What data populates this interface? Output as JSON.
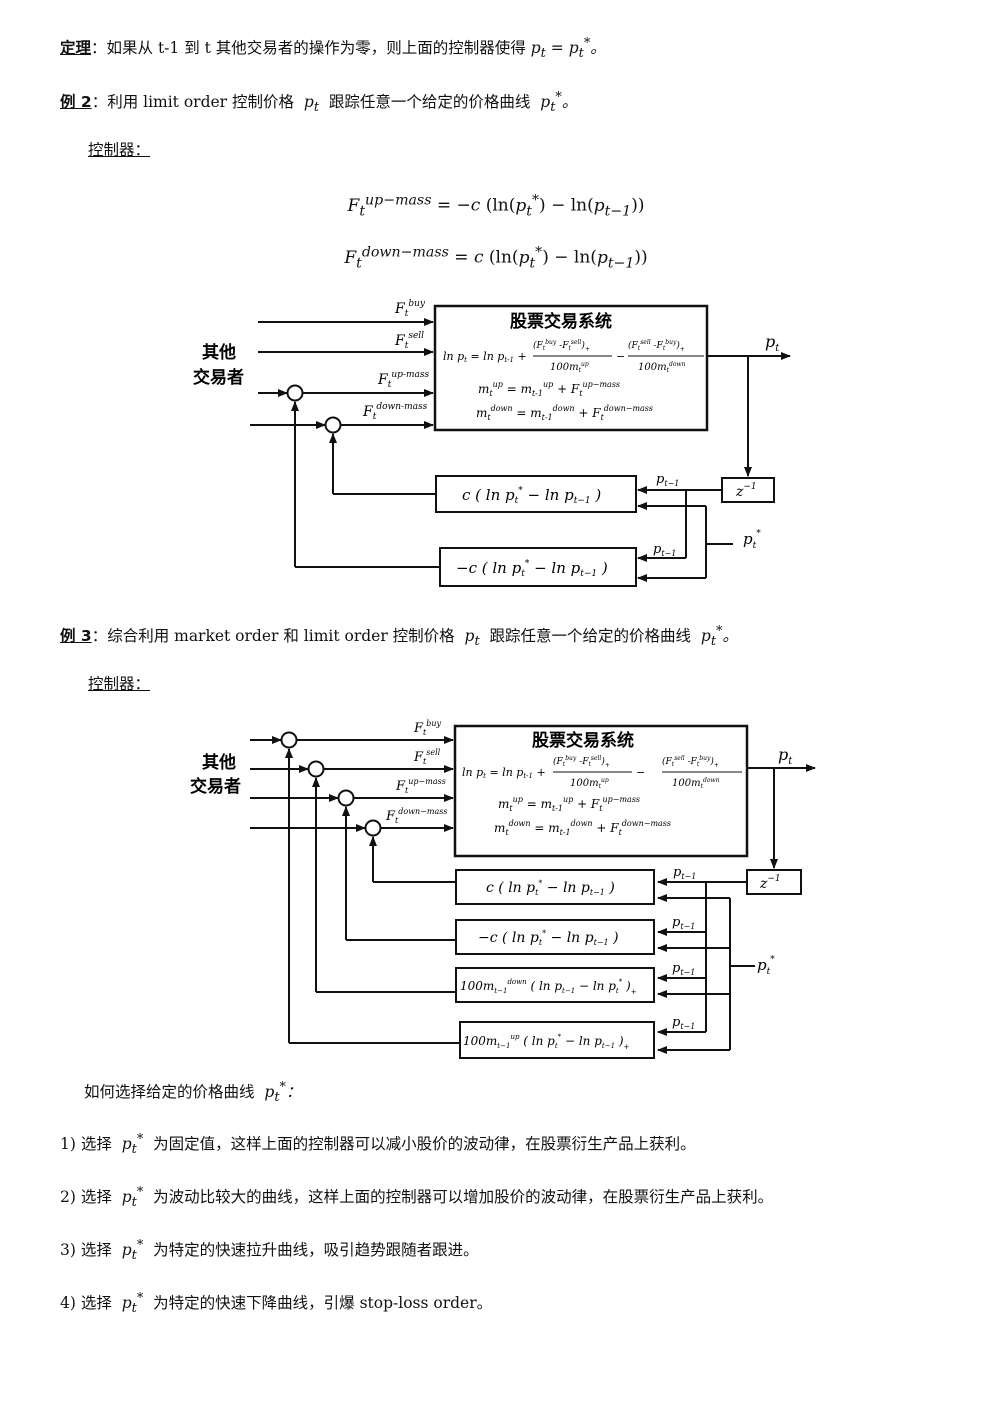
{
  "theorem": {
    "label": "定理",
    "text": "：如果从 t-1 到 t 其他交易者的操作为零，则上面的控制器使得",
    "math": "p_t = p_t*。"
  },
  "example2": {
    "label": "例 2",
    "text_pre": "：利用 limit order 控制价格",
    "math1": "p_t",
    "text_post": "跟踪任意一个给定的价格曲线",
    "math2": "p_t*。"
  },
  "controller_label_1": "控制器：",
  "formulas": {
    "up": "F_t^{up−mass} = −c (ln(p_t*) − ln(p_{t−1}))",
    "down": "F_t^{down−mass} = c (ln(p_t*) − ln(p_{t−1}))"
  },
  "diagram1": {
    "system_title": "股票交易系统",
    "others": [
      "其他",
      "交易者"
    ],
    "inputs": [
      "F_t^buy",
      "F_t^sell",
      "F_t^up-mass",
      "F_t^down-mass"
    ],
    "eq_price": "ln p_t = ln p_{t-1} + (F_t^buy − F_t^sell)_+ / 100m_t^up − (F_t^sell − F_t^buy)_+ / 100m_t^down",
    "eq_up": "m_t^up = m_{t-1}^up + F_t^up-mass",
    "eq_down": "m_t^down = m_{t-1}^down + F_t^down-mass",
    "output": "p_t",
    "delay": "z⁻¹",
    "prev": "p_{t−1}",
    "target": "p_t*",
    "box1": "c ( ln p_t* − ln p_{t−1} )",
    "box2": "−c ( ln p_t* − ln p_{t−1} )"
  },
  "example3": {
    "label": "例 3",
    "text_pre": "：综合利用 market order 和 limit order 控制价格",
    "math1": "p_t",
    "text_post": "跟踪任意一个给定的价格曲线",
    "math2": "p_t*。"
  },
  "controller_label_2": "控制器：",
  "diagram2": {
    "system_title": "股票交易系统",
    "others": [
      "其他",
      "交易者"
    ],
    "output": "p_t",
    "delay": "z⁻¹",
    "target": "p_t*",
    "box1": "c ( ln p_t* − ln p_{t−1} )",
    "box2": "−c ( ln p_t* − ln p_{t−1} )",
    "box3": "100m_{t−1}^down ( ln p_{t−1} − ln p_t* )_+",
    "box4": "100m_{t−1}^up ( ln p_t* − ln p_{t−1} )_+"
  },
  "choose_intro": {
    "text": "如何选择给定的价格曲线",
    "math": "p_t*："
  },
  "choices": [
    {
      "num": "1) 选择",
      "math": "p_t*",
      "text": "为固定值，这样上面的控制器可以减小股价的波动律，在股票衍生产品上获利。"
    },
    {
      "num": "2) 选择",
      "math": "p_t*",
      "text": "为波动比较大的曲线，这样上面的控制器可以增加股价的波动律，在股票衍生产品上获利。"
    },
    {
      "num": "3) 选择",
      "math": "p_t*",
      "text": "为特定的快速拉升曲线，吸引趋势跟随者跟进。"
    },
    {
      "num": "4) 选择",
      "math": "p_t*",
      "text": "为特定的快速下降曲线，引爆 stop-loss order。"
    }
  ]
}
